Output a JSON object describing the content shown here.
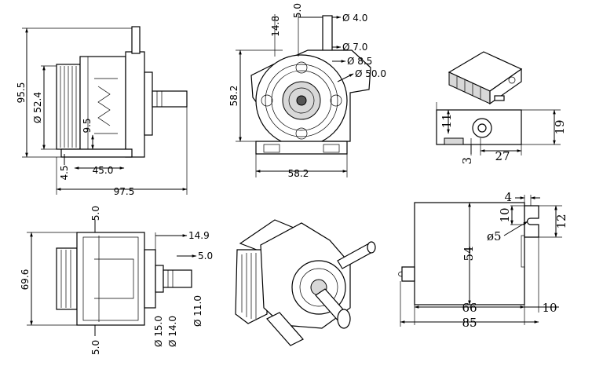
{
  "views": {
    "side_top": {
      "dim_height": "95.5",
      "dim_dia_body": "Ø 52.4",
      "dim_9_5": "9.5",
      "dim_4_5": "4.5",
      "dim_45": "45.0",
      "dim_length": "97.5"
    },
    "front_top": {
      "dim_14_8": "14.8",
      "dim_5_0": "5.0",
      "dim_dia4": "Ø 4.0",
      "dim_dia7": "Ø 7.0",
      "dim_dia8_5": "Ø 8.5",
      "dim_dia50": "Ø 50.0",
      "dim_height": "58.2",
      "dim_width": "58.2"
    },
    "bracket_small": {
      "dim_11": "11",
      "dim_19": "19",
      "dim_3": "3",
      "dim_27": "27"
    },
    "side_bottom": {
      "dim_top5": "5.0",
      "dim_69_6": "69.6",
      "dim_14_9": "14.9",
      "dim_5_0": "5.0",
      "dim_dia15": "Ø 15.0",
      "dim_dia14": "Ø 14.0",
      "dim_dia11": "Ø 11.0",
      "dim_bot5": "5.0"
    },
    "bracket_large": {
      "dim_4": "4",
      "dim_10": "10",
      "dim_12": "12",
      "dim_dia5": "ø5",
      "dim_54": "54",
      "dim_66": "66",
      "dim_10b": "10",
      "dim_85": "85"
    }
  }
}
